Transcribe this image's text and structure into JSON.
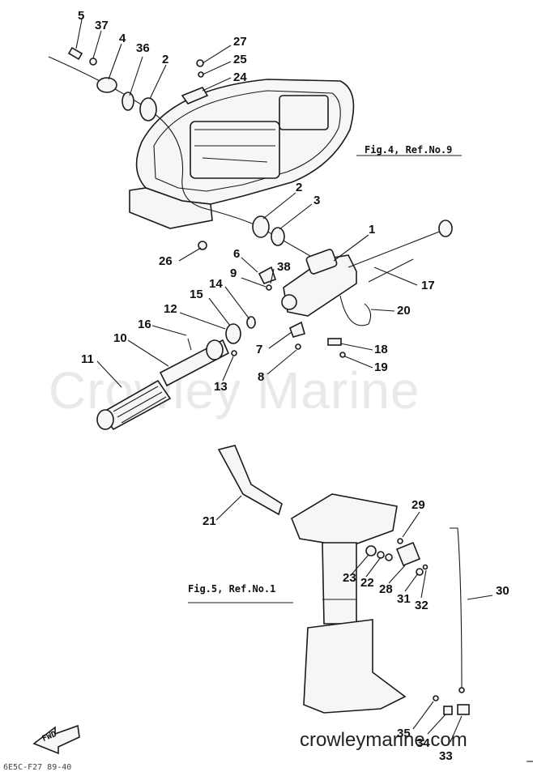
{
  "watermark": "Crowley Marine",
  "footer_url": "crowleymarine.com",
  "footer_code": "6E5C-F27  89-40",
  "arrow_label": "FWD",
  "references": {
    "fig4": "Fig.4, Ref.No.9",
    "fig5": "Fig.5, Ref.No.1"
  },
  "callouts": [
    "5",
    "37",
    "4",
    "36",
    "2",
    "27",
    "25",
    "24",
    "2",
    "3",
    "1",
    "26",
    "6",
    "38",
    "9",
    "14",
    "15",
    "12",
    "16",
    "10",
    "11",
    "17",
    "20",
    "7",
    "18",
    "8",
    "19",
    "13",
    "21",
    "29",
    "23",
    "22",
    "28",
    "31",
    "32",
    "30",
    "35",
    "34",
    "33"
  ]
}
